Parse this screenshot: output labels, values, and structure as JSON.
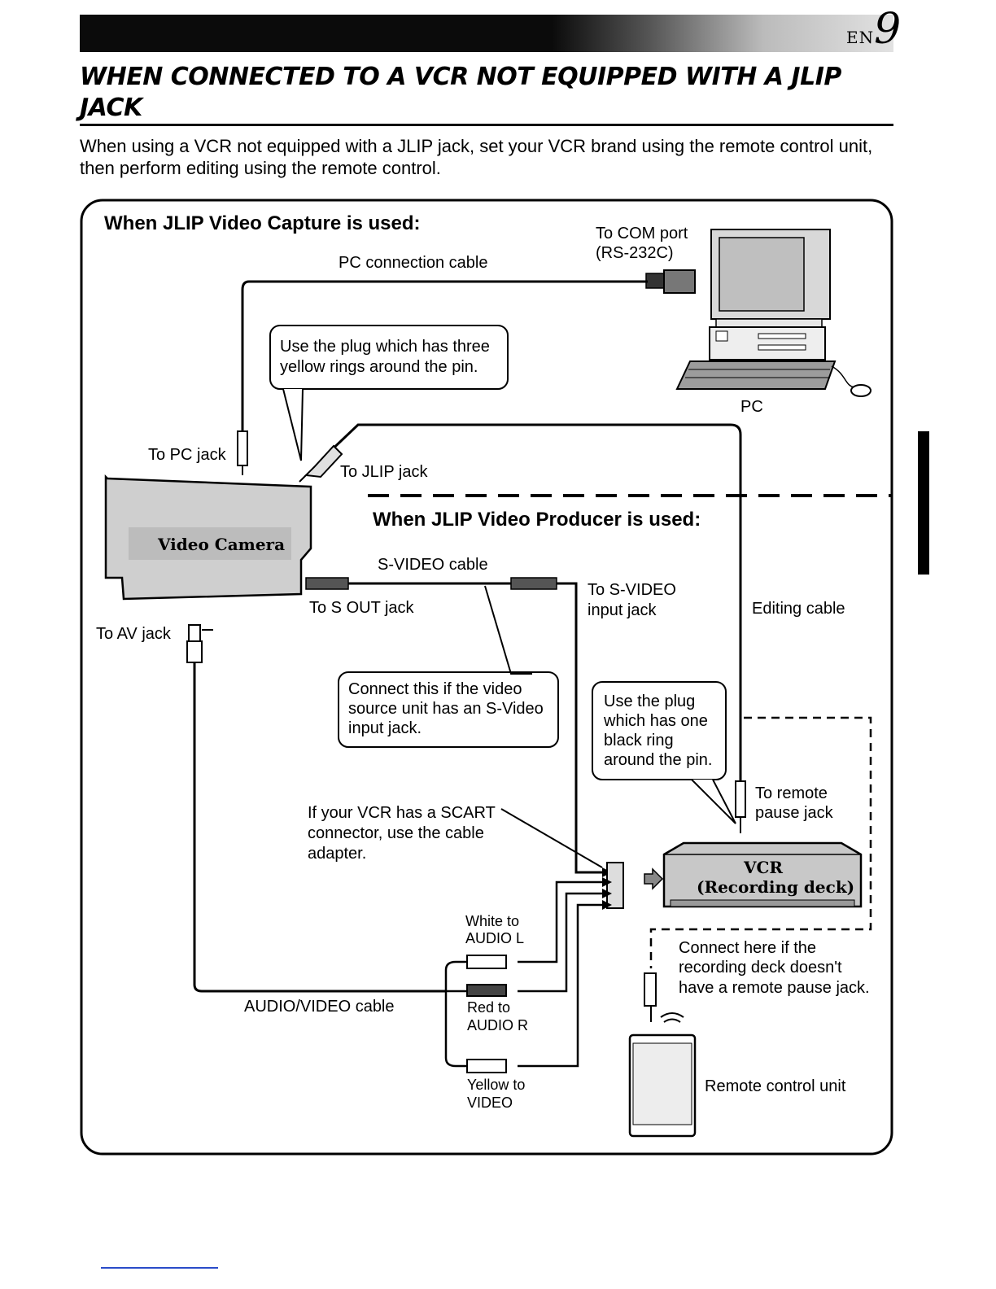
{
  "header": {
    "page_number": "9",
    "lang_badge": "EN"
  },
  "title": "WHEN CONNECTED TO A VCR NOT EQUIPPED WITH A JLIP JACK",
  "intro": "When using a VCR not equipped with a JLIP jack, set your VCR brand using the remote control unit, then perform editing using the remote control.",
  "diagram": {
    "capture_heading": "When JLIP Video Capture is used:",
    "producer_heading": "When JLIP Video Producer is used:",
    "com_port_line1": "To COM port",
    "com_port_line2": "(RS-232C)",
    "pc_cable": "PC connection cable",
    "pc_label": "PC",
    "note_yellow_line1": "Use the plug which has three",
    "note_yellow_line2": "yellow rings around the pin.",
    "to_pc_jack": "To PC jack",
    "to_jlip_jack": "To JLIP jack",
    "camera_label": "Video Camera",
    "svideo_cable": "S-VIDEO cable",
    "to_s_out": "To S OUT jack",
    "to_svideo_line1": "To S-VIDEO",
    "to_svideo_line2": "input jack",
    "editing_cable": "Editing cable",
    "to_av_jack": "To AV jack",
    "note_svideo_line1": "Connect this if the video",
    "note_svideo_line2": "source unit has an S-Video",
    "note_svideo_line3": "input jack.",
    "note_black_line1": "Use the plug",
    "note_black_line2": "which has one",
    "note_black_line3": "black ring",
    "note_black_line4": "around the pin.",
    "to_remote_line1": "To remote",
    "to_remote_line2": "pause jack",
    "scart_line1": "If your VCR has a SCART",
    "scart_line2": "connector, use the cable",
    "scart_line3": "adapter.",
    "vcr_line1": "VCR",
    "vcr_line2": "(Recording deck)",
    "white_line1": "White to",
    "white_line2": "AUDIO L",
    "red_line1": "Red to",
    "red_line2": "AUDIO R",
    "yellow_line1": "Yellow to",
    "yellow_line2": "VIDEO",
    "av_cable": "AUDIO/VIDEO cable",
    "connect_here_line1": "Connect here if the",
    "connect_here_line2": "recording deck doesn't",
    "connect_here_line3": "have a remote pause jack.",
    "remote_label": "Remote control unit"
  }
}
